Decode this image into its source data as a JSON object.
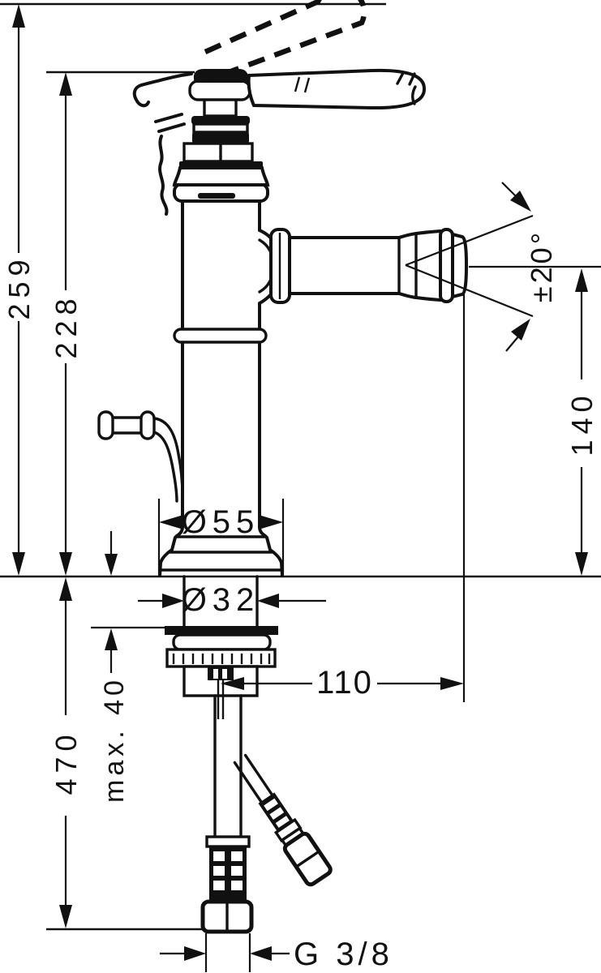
{
  "colors": {
    "line": "#111111",
    "background": "#ffffff"
  },
  "labels": {
    "height_open": "259",
    "height_closed": "228",
    "swivel_angle": "±20°",
    "spout_height": "140",
    "base_diameter": "Ø55",
    "shank_diameter": "Ø32",
    "spout_reach": "110",
    "hose_length": "470",
    "max_deck_thickness": "max. 40",
    "connection_thread": "G 3/8"
  }
}
